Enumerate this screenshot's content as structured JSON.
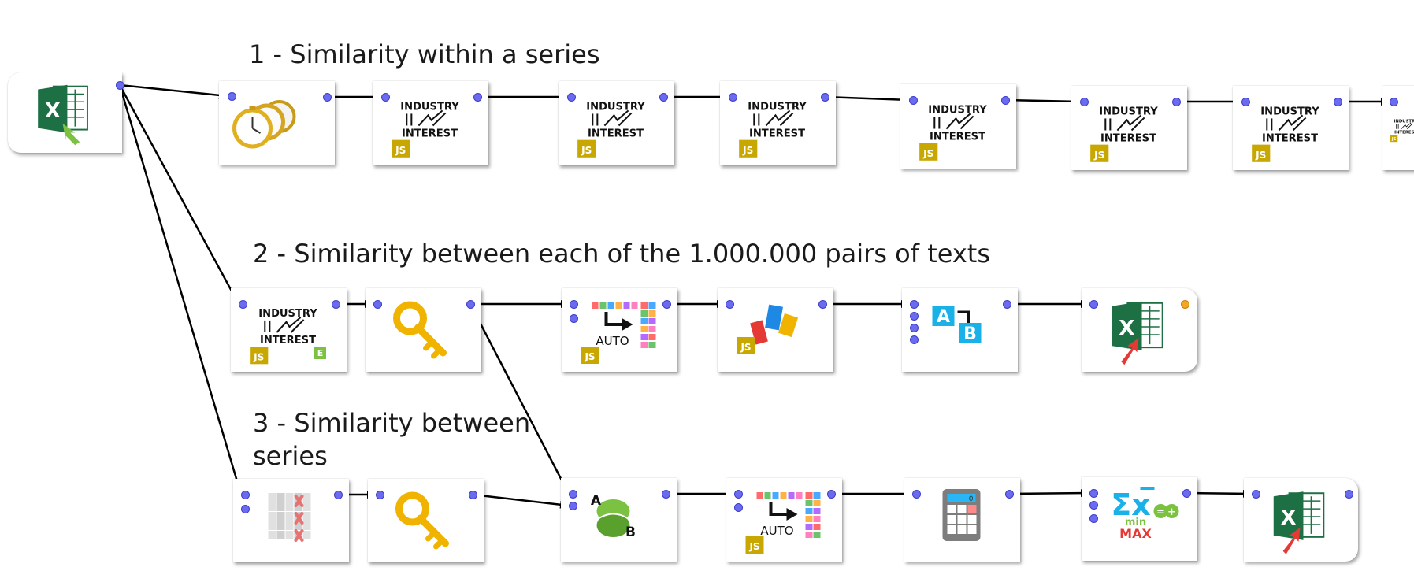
{
  "sections": [
    {
      "id": "s1",
      "label": "1 - Similarity within a series"
    },
    {
      "id": "s2",
      "label": "2 - Similarity between each of the 1.000.000 pairs of texts"
    },
    {
      "id": "s3",
      "label": "3 - Similarity between\nseries"
    }
  ],
  "icon_text": {
    "industry_top": "INDUSTRY",
    "industry_bottom": "INTEREST",
    "js_badge": "JS",
    "auto": "AUTO",
    "letter_a": "A",
    "letter_b": "B",
    "min": "min",
    "max": "MAX",
    "sigma": "Σx",
    "excel_x": "X",
    "e_badge": "E",
    "calc_display": "0"
  },
  "colors": {
    "port": "#6b6bf0",
    "port_active": "#f5a623",
    "edge": "#000000",
    "excel_green": "#1d7044",
    "js_yellow": "#c8a800",
    "accent_blue": "#1ab0e8",
    "accent_red": "#e53935"
  },
  "nodes": [
    {
      "id": "excel-reader",
      "icon": "excel-reader-icon"
    },
    {
      "id": "timer",
      "icon": "stopwatch-icon"
    },
    {
      "id": "js-1",
      "icon": "industry-interest-js-icon"
    },
    {
      "id": "js-2",
      "icon": "industry-interest-js-icon"
    },
    {
      "id": "js-3",
      "icon": "industry-interest-js-icon"
    },
    {
      "id": "js-4",
      "icon": "industry-interest-js-icon"
    },
    {
      "id": "js-5",
      "icon": "industry-interest-js-icon"
    },
    {
      "id": "js-6",
      "icon": "industry-interest-js-icon"
    },
    {
      "id": "js-7",
      "icon": "industry-interest-js-icon"
    },
    {
      "id": "js-e",
      "icon": "industry-interest-js-icon"
    },
    {
      "id": "key-1",
      "icon": "key-icon"
    },
    {
      "id": "auto-1",
      "icon": "auto-column-js-icon"
    },
    {
      "id": "numbers",
      "icon": "number-blocks-js-icon"
    },
    {
      "id": "rename",
      "icon": "rename-ab-icon"
    },
    {
      "id": "excel-writer-1",
      "icon": "excel-writer-icon"
    },
    {
      "id": "filter",
      "icon": "column-filter-icon"
    },
    {
      "id": "key-2",
      "icon": "key-icon"
    },
    {
      "id": "joiner",
      "icon": "joiner-ab-icon"
    },
    {
      "id": "auto-2",
      "icon": "auto-column-js-icon"
    },
    {
      "id": "calc",
      "icon": "calculator-icon"
    },
    {
      "id": "stats",
      "icon": "statistics-minmax-icon"
    },
    {
      "id": "excel-writer-2",
      "icon": "excel-writer-icon"
    }
  ],
  "edges": [
    [
      "excel-reader",
      "timer"
    ],
    [
      "excel-reader",
      "js-e"
    ],
    [
      "excel-reader",
      "filter"
    ],
    [
      "timer",
      "js-1"
    ],
    [
      "js-1",
      "js-2"
    ],
    [
      "js-2",
      "js-3"
    ],
    [
      "js-3",
      "js-4"
    ],
    [
      "js-4",
      "js-5"
    ],
    [
      "js-5",
      "js-6"
    ],
    [
      "js-6",
      "js-7"
    ],
    [
      "js-e",
      "key-1"
    ],
    [
      "key-1",
      "auto-1"
    ],
    [
      "key-1",
      "joiner"
    ],
    [
      "auto-1",
      "numbers"
    ],
    [
      "numbers",
      "rename"
    ],
    [
      "rename",
      "excel-writer-1"
    ],
    [
      "filter",
      "key-2"
    ],
    [
      "key-2",
      "joiner"
    ],
    [
      "joiner",
      "auto-2"
    ],
    [
      "auto-2",
      "calc"
    ],
    [
      "calc",
      "stats"
    ],
    [
      "stats",
      "excel-writer-2"
    ]
  ]
}
